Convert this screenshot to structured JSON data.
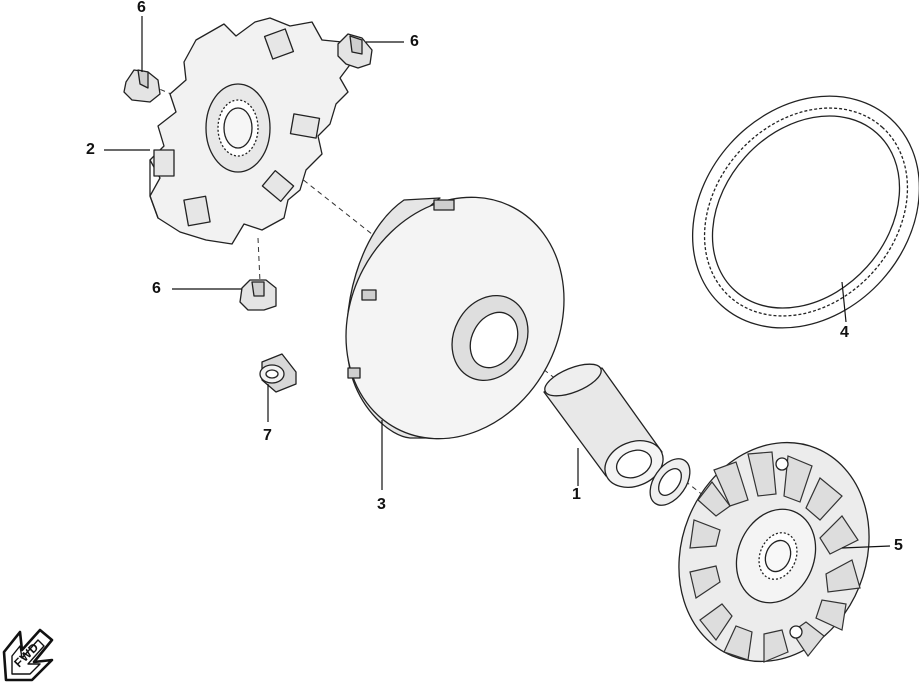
{
  "callouts": {
    "c1": "1",
    "c2": "2",
    "c3": "3",
    "c4": "4",
    "c5": "5",
    "c6a": "6",
    "c6b": "6",
    "c6c": "6",
    "c7": "7"
  },
  "badge": {
    "text": "FWD"
  },
  "colors": {
    "line": "#111111",
    "part_fill": "#f2f2f2",
    "shade": "#cfcfcf"
  }
}
